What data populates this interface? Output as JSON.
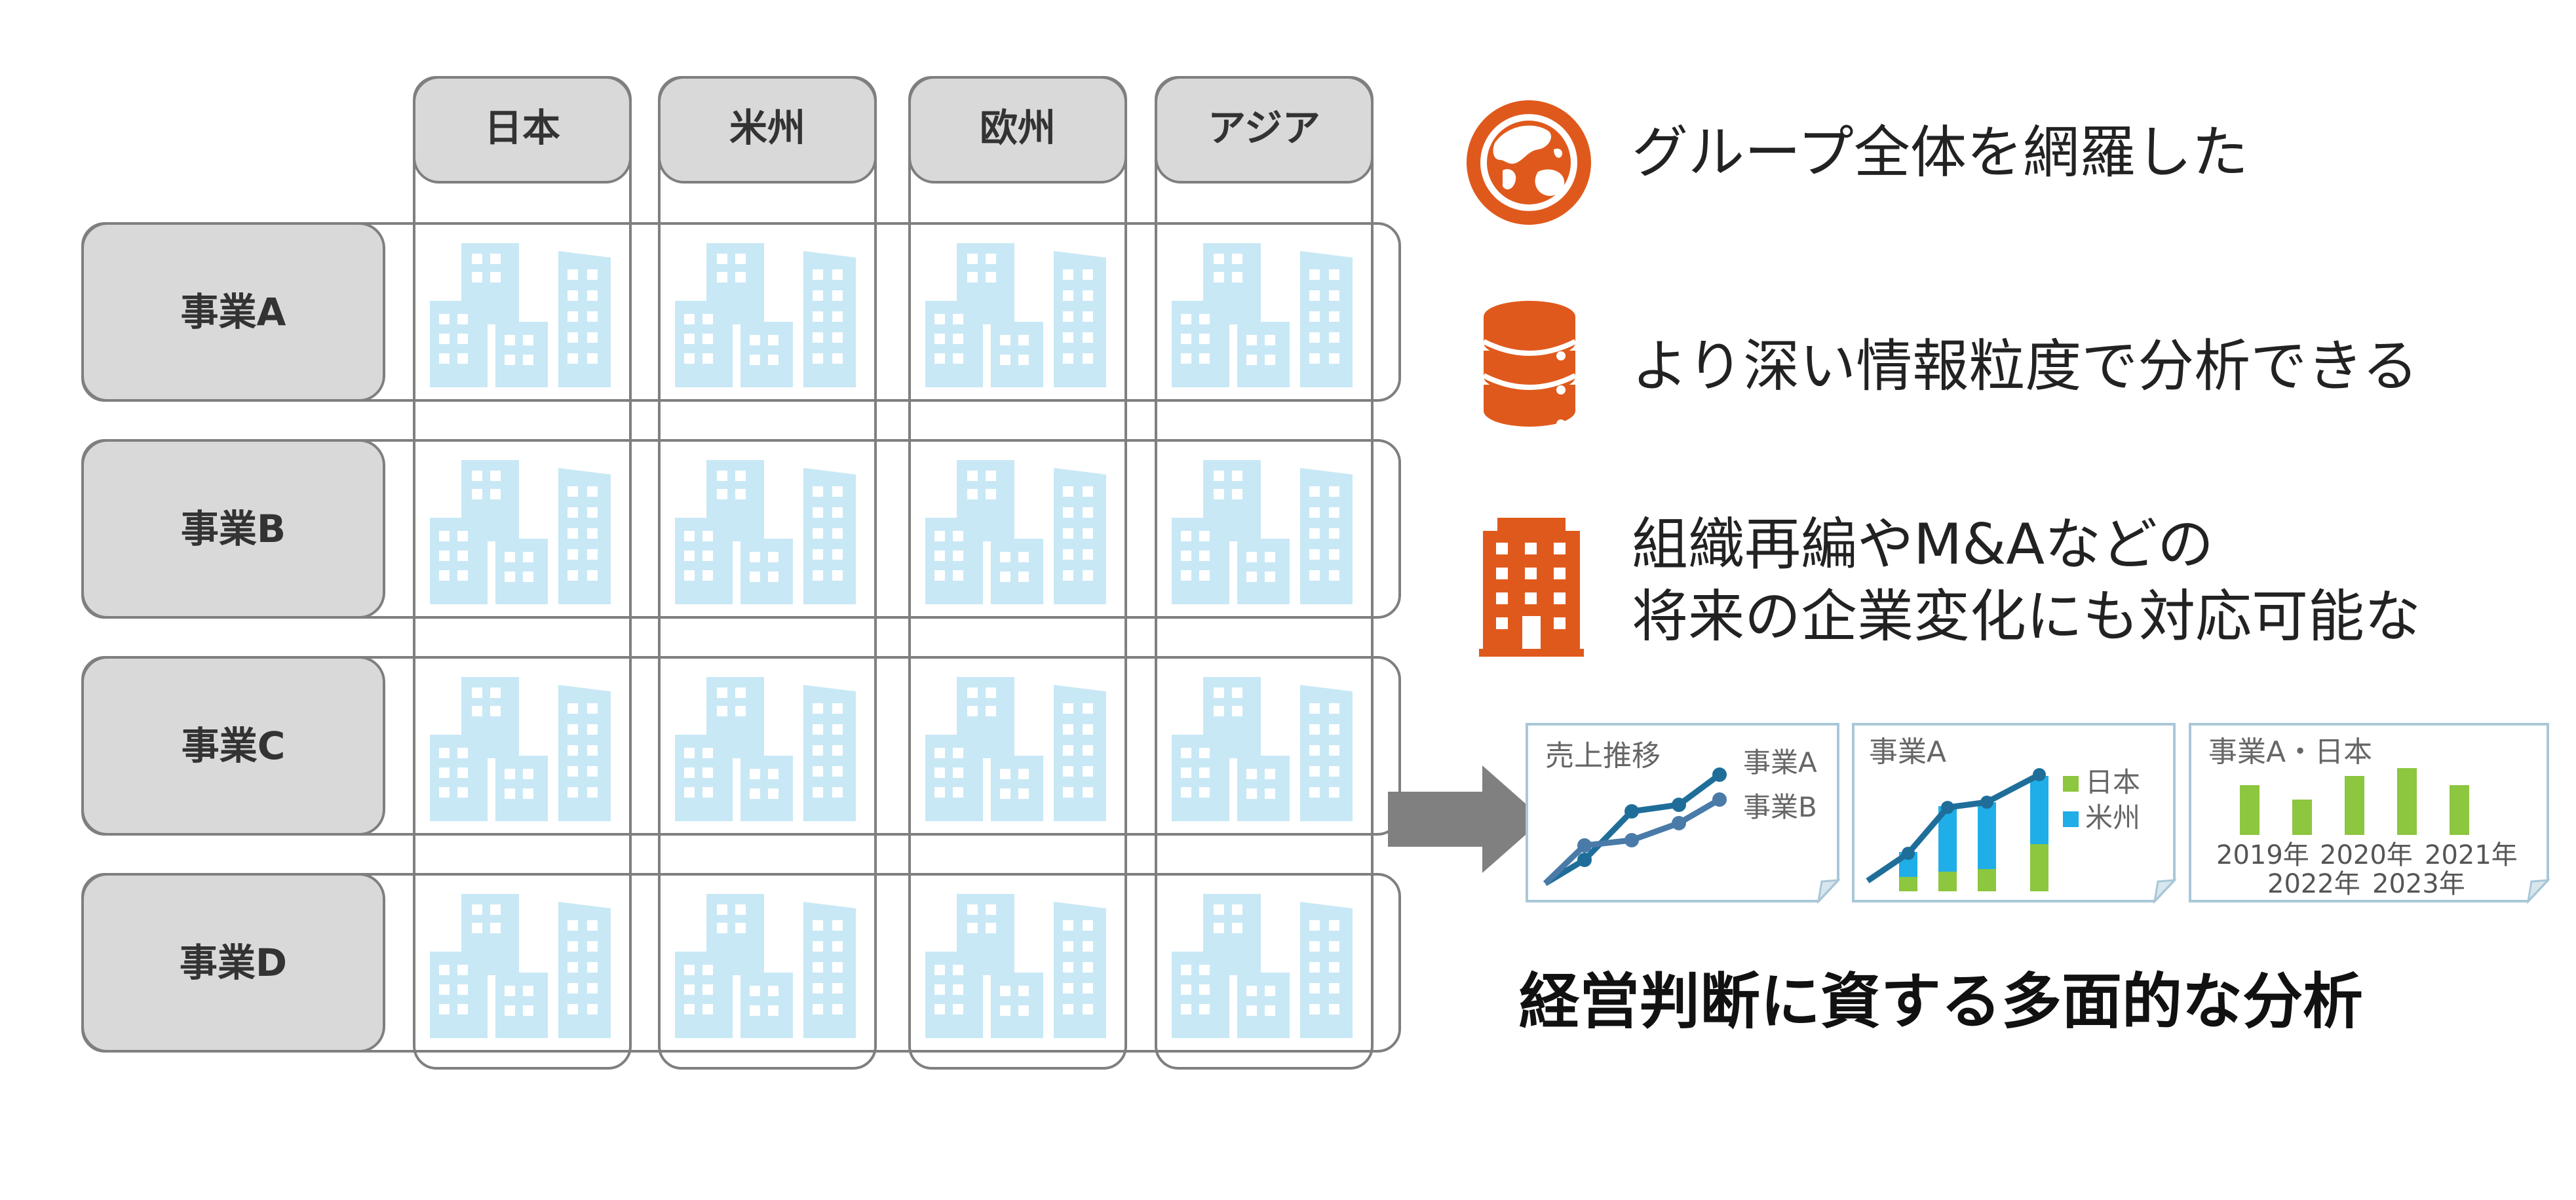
{
  "matrix": {
    "columns": [
      "日本",
      "米州",
      "欧州",
      "アジア"
    ],
    "rows": [
      "事業A",
      "事業B",
      "事業C",
      "事業D"
    ]
  },
  "features": [
    {
      "icon": "globe-icon",
      "lines": [
        "グループ全体を網羅した"
      ]
    },
    {
      "icon": "database-icon",
      "lines": [
        "より深い情報粒度で分析できる"
      ]
    },
    {
      "icon": "office-building-icon",
      "lines": [
        "組織再編やM&Aなどの",
        "将来の企業変化にも対応可能な"
      ]
    }
  ],
  "cards": {
    "sales_trend": {
      "title": "売上推移",
      "legend": [
        "事業A",
        "事業B"
      ]
    },
    "business_a": {
      "title": "事業A",
      "legend": [
        "日本",
        "米州"
      ]
    },
    "business_a_japan": {
      "title": "事業A・日本",
      "years_row1": [
        "2019年",
        "2020年",
        "2021年"
      ],
      "years_row2": [
        "2022年",
        "2023年"
      ]
    }
  },
  "headline": "経営判断に資する多面的な分析",
  "colors": {
    "accent_orange": "#E0591C",
    "building_blue": "#C8E8F5",
    "header_gray": "#D9D9D9",
    "border_gray": "#7F7F7F",
    "arrow_gray": "#808080",
    "line_dark_blue": "#1F6E9A",
    "line_mid_blue": "#4A7BA8",
    "bar_cyan": "#1FAEE8",
    "bar_green": "#8DC63F",
    "card_border": "#A9C7D8"
  }
}
